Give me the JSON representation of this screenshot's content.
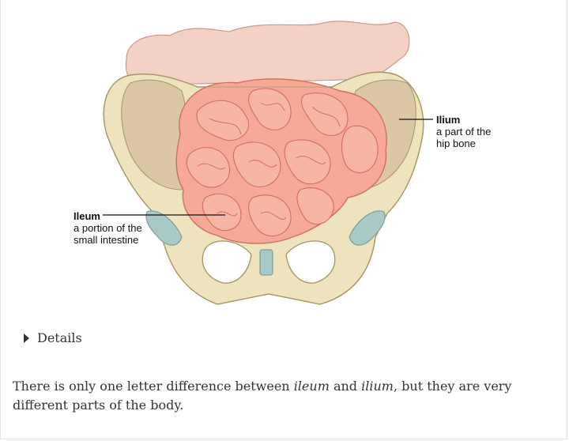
{
  "figure": {
    "ileum": {
      "term": "Ileum",
      "lines": [
        "a portion of the",
        "small intestine"
      ]
    },
    "ilium": {
      "term": "Ilium",
      "lines": [
        "a part of the",
        "hip bone"
      ]
    }
  },
  "details": {
    "label": "Details"
  },
  "caption": {
    "part1": "There is only one letter difference between ",
    "ileum": "ileum",
    "part2": " and ",
    "ilium": "ilium",
    "part3": ", but they are very different parts of the body."
  }
}
